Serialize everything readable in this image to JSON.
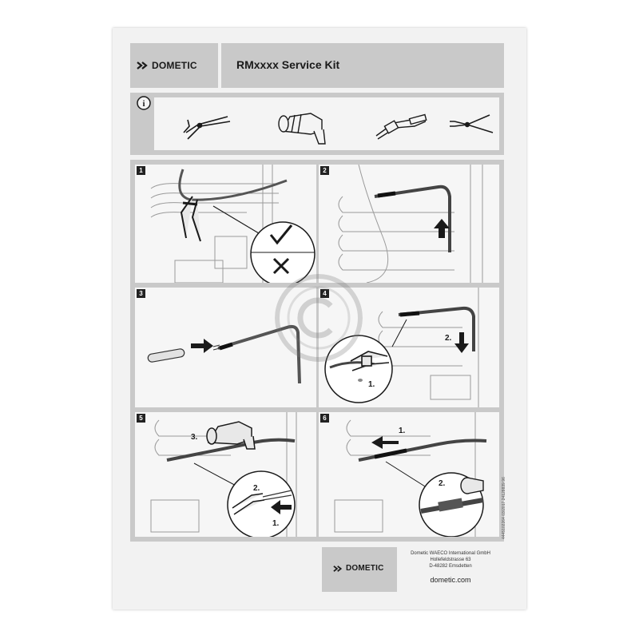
{
  "document": {
    "brand": "DOMETIC",
    "title": "RMxxxx Service Kit",
    "info_symbol": "i",
    "tools": [
      {
        "name": "side-cutter-icon"
      },
      {
        "name": "heat-gun-icon"
      },
      {
        "name": "crimping-pliers-icon"
      },
      {
        "name": "wire-stripper-icon"
      }
    ],
    "steps": [
      {
        "number": "1",
        "callouts": []
      },
      {
        "number": "2",
        "callouts": []
      },
      {
        "number": "3",
        "callouts": []
      },
      {
        "number": "4",
        "callouts": [
          "1.",
          "2."
        ]
      },
      {
        "number": "5",
        "callouts": [
          "1.",
          "2.",
          "3."
        ]
      },
      {
        "number": "6",
        "callouts": [
          "1.",
          "2."
        ]
      }
    ],
    "footer": {
      "company": "Dometic WAECO International GmbH",
      "street": "Hollefeldstrasse 63",
      "city": "D-48282 Emsdetten",
      "website": "dometic.com"
    },
    "doc_code": "4445102264  03/2017   24128839 96",
    "colors": {
      "panel_gray": "#c9c9c9",
      "paper": "#f2f2f2",
      "ink": "#1a1a1a"
    }
  }
}
